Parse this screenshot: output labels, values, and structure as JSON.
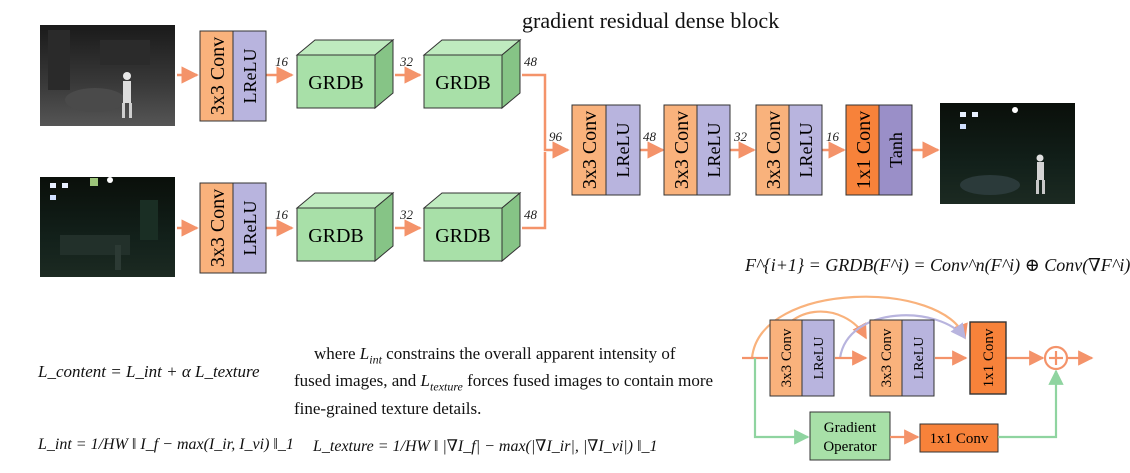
{
  "title": "gradient residual dense block",
  "blocks": {
    "conv3": "3x3 Conv",
    "conv1": "1x1 Conv",
    "lrelu": "LReLU",
    "tanh": "Tanh",
    "grdb": "GRDB"
  },
  "channels": {
    "c16": "16",
    "c32": "32",
    "c48": "48",
    "c96": "96"
  },
  "grdb_detail": {
    "conv3": "3x3 Conv",
    "lrelu": "LReLU",
    "conv1": "1x1 Conv",
    "gradient_op_line1": "Gradient",
    "gradient_op_line2": "Operator"
  },
  "equations": {
    "grdb": "F^{i+1} = GRDB(F^i) = Conv^n(F^i) ⊕ Conv(∇F^i)",
    "content": "L_content = L_int + α L_texture",
    "int": "L_int = 1/HW ‖ I_f − max(I_ir, I_vi) ‖_1",
    "texture": "L_texture = 1/HW ‖ |∇I_f| − max(|∇I_ir|, |∇I_vi|) ‖_1"
  },
  "description": {
    "part1": "where ",
    "lint": "L",
    "lint_sub": "int",
    "part2": " constrains the overall apparent intensity of fused images, and ",
    "ltex": "L",
    "ltex_sub": "texture",
    "part3": " forces fused images to contain more fine-grained texture details."
  },
  "colors": {
    "conv_orange": "#F9B27C",
    "lrelu_purple": "#B8B4DE",
    "grdb_green": "#A8E0A8",
    "conv1_orange": "#F7823A",
    "tanh_purple": "#9A8FC8",
    "arrow": "#F4936A",
    "green_arrow": "#8FD4A0",
    "purple_arrow": "#B8B4DE"
  }
}
